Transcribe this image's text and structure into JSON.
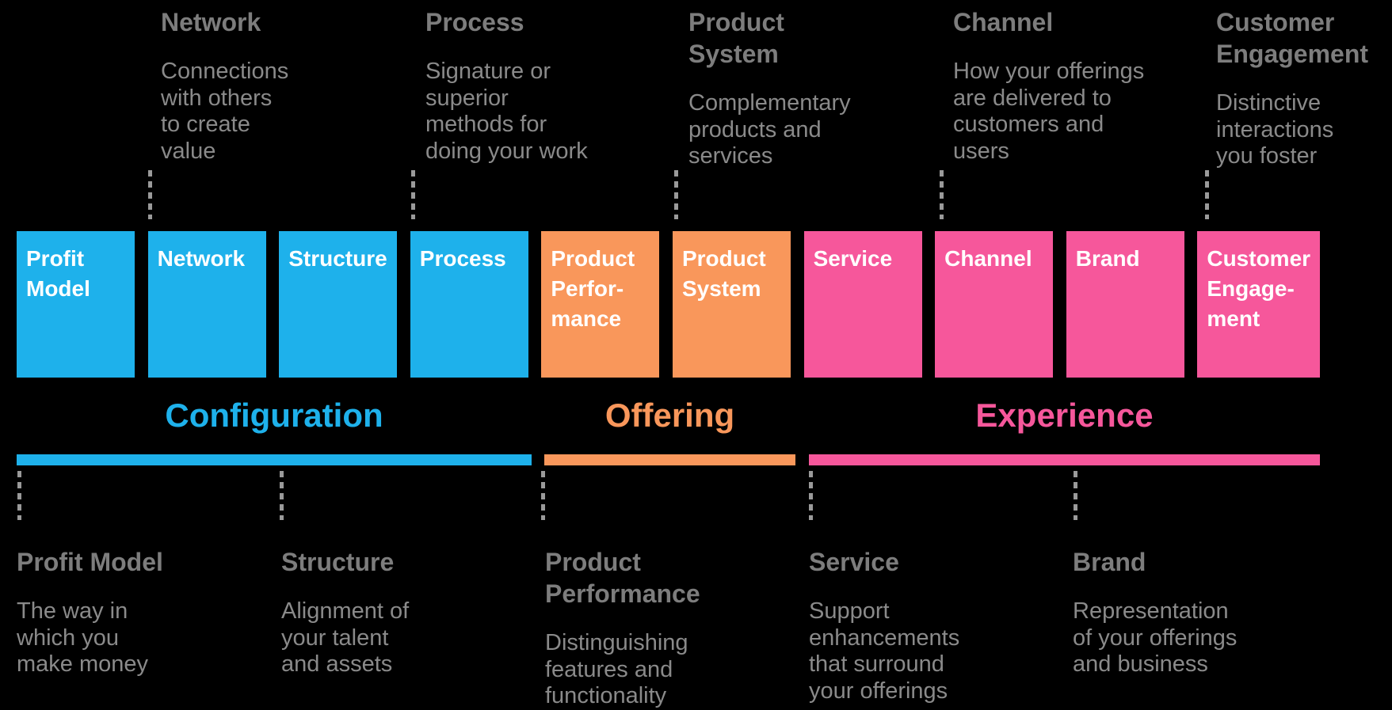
{
  "colors": {
    "blue": "#1EB1EB",
    "orange": "#F9975B",
    "pink": "#F6579B",
    "title_gray": "#7d7d7d",
    "body_gray": "#8a8a8a",
    "dash_gray": "#9a9a9a",
    "background": "#000000",
    "box_text": "#ffffff"
  },
  "top_annotations": [
    {
      "title": "Network",
      "description": "Connections\nwith others\nto create\nvalue"
    },
    {
      "title": "Process",
      "description": "Signature or\nsuperior\nmethods for\ndoing your work"
    },
    {
      "title": "Product\nSystem",
      "description": "Complementary\nproducts and\nservices"
    },
    {
      "title": "Channel",
      "description": "How your offerings\nare delivered to\ncustomers and\nusers"
    },
    {
      "title": "Customer\nEngagement",
      "description": "Distinctive\ninteractions\nyou foster"
    }
  ],
  "boxes": [
    {
      "label": "Profit\nModel",
      "group": "configuration"
    },
    {
      "label": "Network",
      "group": "configuration"
    },
    {
      "label": "Structure",
      "group": "configuration"
    },
    {
      "label": "Process",
      "group": "configuration"
    },
    {
      "label": "Product\nPerfor-\nmance",
      "group": "offering"
    },
    {
      "label": "Product\nSystem",
      "group": "offering"
    },
    {
      "label": "Service",
      "group": "experience"
    },
    {
      "label": "Channel",
      "group": "experience"
    },
    {
      "label": "Brand",
      "group": "experience"
    },
    {
      "label": "Customer\nEngage-\nment",
      "group": "experience"
    }
  ],
  "categories": [
    {
      "label": "Configuration",
      "color": "#1EB1EB"
    },
    {
      "label": "Offering",
      "color": "#F9975B"
    },
    {
      "label": "Experience",
      "color": "#F6579B"
    }
  ],
  "bottom_annotations": [
    {
      "title": "Profit Model",
      "description": "The way in\nwhich you\nmake money"
    },
    {
      "title": "Structure",
      "description": "Alignment of\nyour talent\nand assets"
    },
    {
      "title": "Product\nPerformance",
      "description": "Distinguishing\nfeatures and\nfunctionality"
    },
    {
      "title": "Service",
      "description": "Support\nenhancements\nthat surround\nyour offerings"
    },
    {
      "title": "Brand",
      "description": "Representation\nof your offerings\nand business"
    }
  ]
}
